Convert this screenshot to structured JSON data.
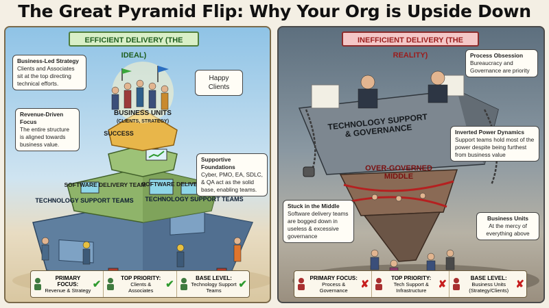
{
  "title": "The Great Pyramid Flip: Why Your Org is Upside Down",
  "left_panel": {
    "banner": "EFFICIENT DELIVERY (THE IDEAL)",
    "callouts": {
      "business_led": {
        "title": "Business-Led Strategy",
        "body": "Clients and Associates sit at the top directing technical efforts."
      },
      "happy_clients": {
        "body": "Happy Clients"
      },
      "revenue": {
        "title": "Revenue-Driven Focus",
        "body": "The entire structure is aligned towards business value."
      },
      "supportive": {
        "title": "Supportive Foundations",
        "body": "Cyber, PMO, EA, SDLC, & QA act as the solid base, enabling teams."
      }
    },
    "tiers": {
      "top_line1": "BUSINESS UNITS",
      "top_line2": "(CLIENTS, STRATEGY)",
      "success": "SUCCESS",
      "sdt_left": "SOFTWARE DELIVERY TEAM",
      "sdt_right": "SOFTWARE DELIVERY TEAM",
      "tst_left": "TECHNOLOGY SUPPORT TEAMS",
      "tst_right": "TECHNOLOGY SUPPORT TEAMS"
    },
    "legend": [
      {
        "label": "PRIMARY FOCUS:",
        "value": "Revenue & Strategy",
        "status": "check"
      },
      {
        "label": "TOP PRIORITY:",
        "value": "Clients & Associates",
        "status": "check"
      },
      {
        "label": "BASE LEVEL:",
        "value": "Technology Support Teams",
        "status": "check"
      }
    ]
  },
  "right_panel": {
    "banner": "INEFFICIENT DELIVERY (THE REALITY)",
    "callouts": {
      "process": {
        "title": "Process Obsession",
        "body": "Bureaucracy and Governance are priority"
      },
      "inverted": {
        "title": "Inverted Power Dynamics",
        "body": "Support teams hold most of the power despite being furthest from business value"
      },
      "stuck": {
        "title": "Stuck in the Middle",
        "body": "Software delivery teams are bogged down in useless & excessive governance"
      },
      "business_units": {
        "title": "Business Units",
        "body": "At the mercy of everything above"
      }
    },
    "tiers": {
      "top_line1": "TECHNOLOGY SUPPORT",
      "top_line2": "& GOVERNANCE",
      "mid_line1": "OVER-GOVERNED",
      "mid_line2": "MIDDLE"
    },
    "legend": [
      {
        "label": "PRIMARY FOCUS:",
        "value": "Process & Governance",
        "status": "x"
      },
      {
        "label": "TOP PRIORITY:",
        "value": "Tech Support & Infrastructure",
        "status": "x"
      },
      {
        "label": "BASE LEVEL:",
        "value": "Business Units (Strategy/Clients)",
        "status": "x"
      }
    ]
  },
  "colors": {
    "ideal_accent": "#2f9a2f",
    "reality_accent": "#c71e1e",
    "pyramid_top": "#e8b64a",
    "pyramid_mid": "#8fb46a",
    "pyramid_base": "#5f7f9f"
  },
  "icons": {
    "check": "✔",
    "x": "✘"
  }
}
